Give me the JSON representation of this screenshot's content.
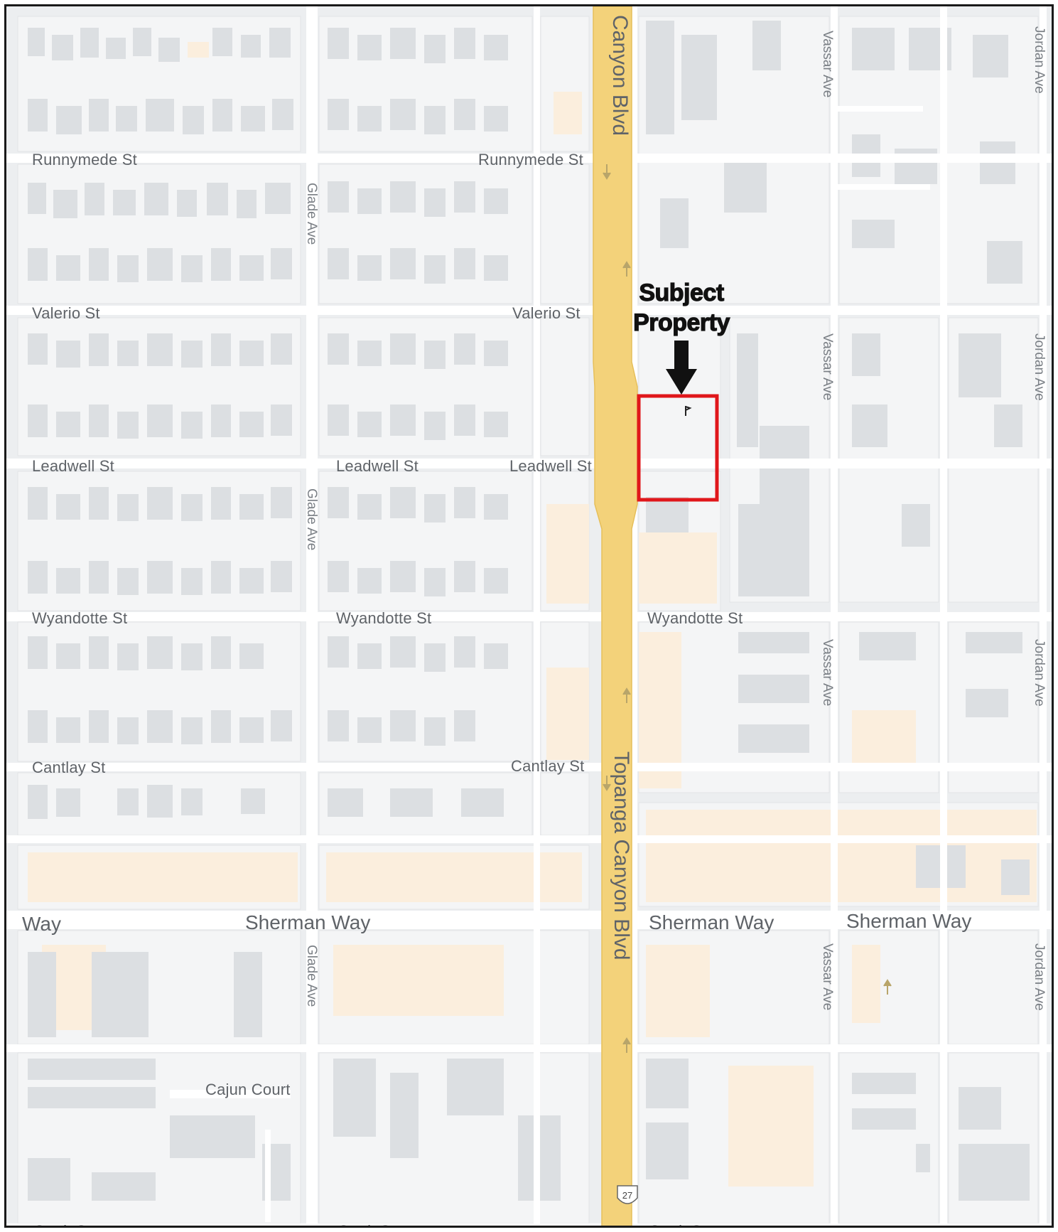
{
  "map": {
    "colors": {
      "background": "#eceef0",
      "block": "#f4f5f6",
      "building": "#dcdfe2",
      "commercial": "#fbeedd",
      "minor_street": "#ffffff",
      "arterial": "#f3d27a",
      "subject_box": "#e0171b",
      "arrow": "#111111"
    },
    "arterial": {
      "top_label": "Canyon Blvd",
      "lower_label": "Topanga Canyon Blvd",
      "route_shield": "27"
    },
    "horizontal_streets": [
      {
        "name": "Runnymede St",
        "labels": [
          "Runnymede St",
          "Runnymede St"
        ]
      },
      {
        "name": "Valerio St",
        "labels": [
          "Valerio St",
          "Valerio St"
        ]
      },
      {
        "name": "Leadwell St",
        "labels": [
          "Leadwell St",
          "Leadwell St",
          "Leadwell St"
        ]
      },
      {
        "name": "Wyandotte St",
        "labels": [
          "Wyandotte St",
          "Wyandotte St",
          "Wyandotte St"
        ]
      },
      {
        "name": "Cantlay St",
        "labels": [
          "Cantlay St",
          "Cantlay St"
        ]
      },
      {
        "name": "Sherman Way",
        "labels": [
          "Way",
          "Sherman Way",
          "Sherman Way",
          "Sherman Way"
        ]
      },
      {
        "name": "Gault St",
        "labels": [
          "Gault St",
          "Gault St",
          "Gault St"
        ]
      }
    ],
    "vertical_streets": {
      "glade": [
        "Glade Ave",
        "Glade Ave",
        "Glade Ave"
      ],
      "vassar": [
        "Vassar Ave",
        "Vassar Ave",
        "Vassar Ave",
        "Vassar Ave"
      ],
      "jordan": [
        "Jordan Ave",
        "Jordan Ave",
        "Jordan Ave",
        "Jordan Ave"
      ]
    },
    "other_labels": {
      "cajun": "Cajun Court"
    },
    "subject": {
      "line1": "Subject",
      "line2": "Property"
    }
  }
}
